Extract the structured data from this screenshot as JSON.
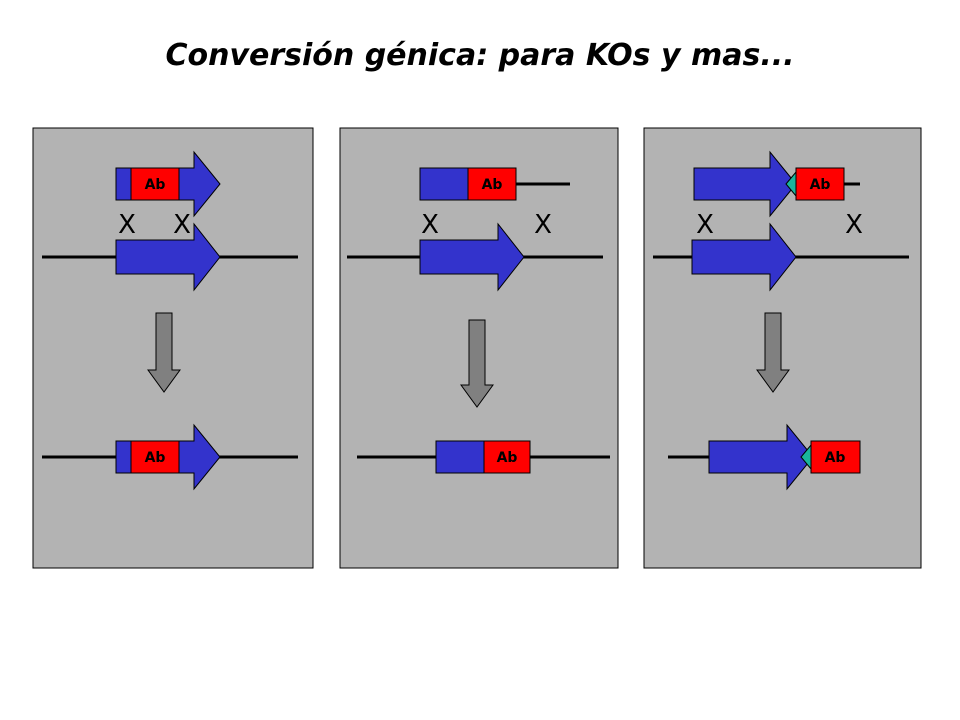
{
  "title": "Conversión génica: para KOs y mas...",
  "marker_label": "Ab",
  "crossover_mark": "X",
  "colors": {
    "panel": "#b3b3b3",
    "gene": "#3333cc",
    "marker": "#ff0000",
    "process_arrow": "#808080",
    "site": "#19b59c",
    "line": "#000000"
  }
}
